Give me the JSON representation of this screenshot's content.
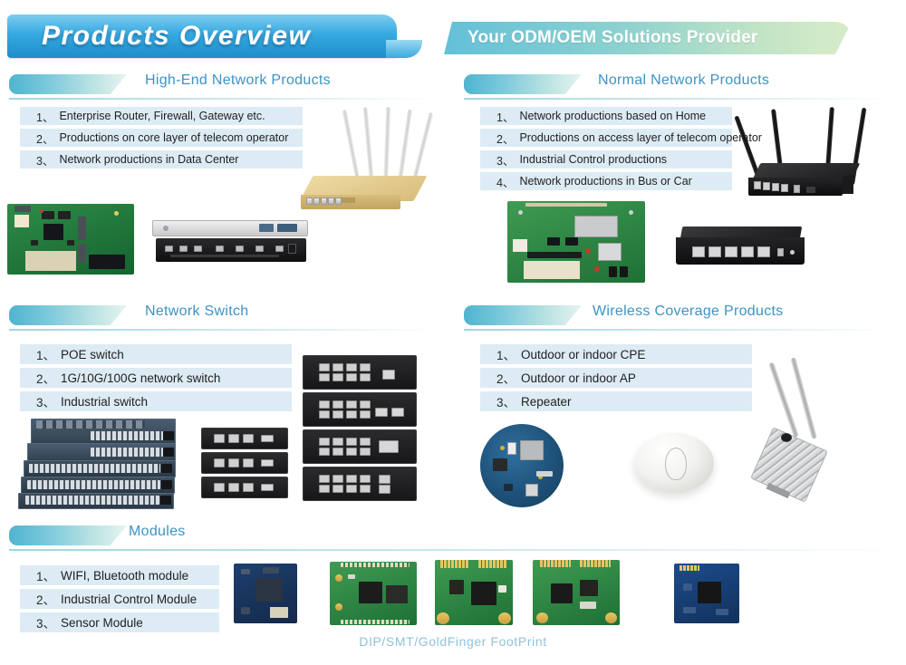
{
  "header": {
    "title": "Products Overview",
    "tagline": "Your ODM/OEM Solutions Provider"
  },
  "sections": [
    {
      "id": "high-end-network-products",
      "title": "High-End Network Products",
      "items": [
        {
          "num": "1、",
          "text": "Enterprise Router, Firewall, Gateway etc."
        },
        {
          "num": "2、",
          "text": "Productions on core layer of telecom operator"
        },
        {
          "num": "3、",
          "text": "Network productions in Data Center"
        }
      ],
      "products": [
        "network-motherboard-pcb",
        "rackmount-server-appliance",
        "gold-router-5-antennas"
      ]
    },
    {
      "id": "normal-network-products",
      "title": "Normal Network Products",
      "items": [
        {
          "num": "1、",
          "text": "Network productions based on Home"
        },
        {
          "num": "2、",
          "text": "Productions on access layer of telecom operator"
        },
        {
          "num": "3、",
          "text": "Industrial Control productions"
        },
        {
          "num": "4、",
          "text": "Network productions in Bus or Car"
        }
      ],
      "products": [
        "router-board-pcb",
        "black-desktop-router",
        "black-router-4-antennas"
      ]
    },
    {
      "id": "network-switch",
      "title": "Network Switch",
      "items": [
        {
          "num": "1、",
          "text": "POE switch"
        },
        {
          "num": "2、",
          "text": "1G/10G/100G network switch"
        },
        {
          "num": "3、",
          "text": "Industrial switch"
        }
      ],
      "products": [
        "enterprise-switch-stack",
        "small-switch-stack",
        "poe-switch-stack"
      ]
    },
    {
      "id": "wireless-coverage-products",
      "title": "Wireless Coverage Products",
      "items": [
        {
          "num": "1、",
          "text": "Outdoor or indoor CPE"
        },
        {
          "num": "2、",
          "text": "Outdoor or indoor AP"
        },
        {
          "num": "3、",
          "text": "Repeater"
        }
      ],
      "products": [
        "round-ap-pcb",
        "ceiling-dome-ap",
        "outdoor-cpe-antenna"
      ]
    },
    {
      "id": "modules",
      "title": "Modules",
      "items": [
        {
          "num": "1、",
          "text": "WIFI, Bluetooth module"
        },
        {
          "num": "2、",
          "text": "Industrial Control Module"
        },
        {
          "num": "3、",
          "text": "Sensor Module"
        }
      ],
      "products": [
        "wifi-bluetooth-module",
        "smt-module-board",
        "mini-pcie-goldfinger-module",
        "sensor-module-board",
        "blue-module-board"
      ]
    }
  ],
  "footnote": "DIP/SMT/GoldFinger  FootPrint",
  "colors": {
    "title_plate_from": "#7fcdf0",
    "title_plate_to": "#1d8ec9",
    "tagline_from": "#63c0d8",
    "tagline_to": "#d8ecc9",
    "section_title": "#3d93c4",
    "bullet_row_bg": "#ddebf4",
    "footnote": "#8fc3da"
  }
}
